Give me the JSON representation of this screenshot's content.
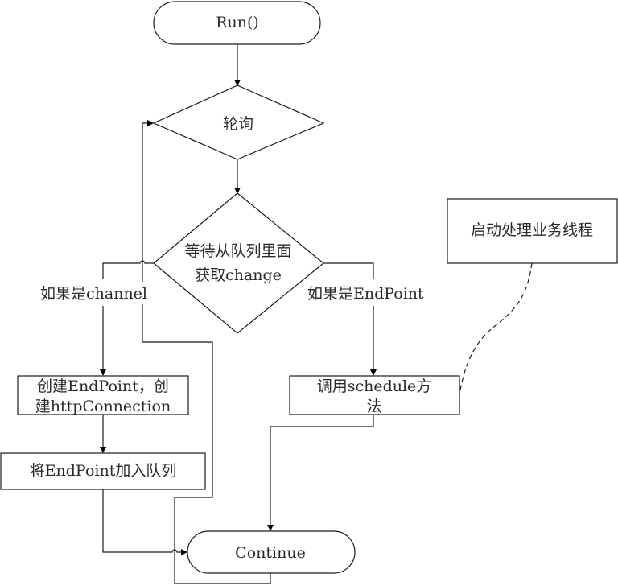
{
  "diagram": {
    "type": "flowchart",
    "nodes": {
      "start": {
        "shape": "terminator",
        "text": "Run()"
      },
      "poll": {
        "shape": "decision",
        "text": "轮询"
      },
      "wait": {
        "shape": "decision",
        "lines": [
          "等待从队列里面",
          "获取change"
        ]
      },
      "create": {
        "shape": "process",
        "lines": [
          "创建EndPoint，创",
          "建httpConnection"
        ]
      },
      "enqueue": {
        "shape": "process",
        "text": "将EndPoint加入队列"
      },
      "schedule": {
        "shape": "process",
        "lines": [
          "调用schedule方",
          "法"
        ]
      },
      "worker": {
        "shape": "process",
        "text": "启动处理业务线程"
      },
      "continue": {
        "shape": "terminator",
        "text": "Continue"
      }
    },
    "edge_labels": {
      "channel": "如果是channel",
      "endpoint": "如果是EndPoint"
    },
    "edges": [
      {
        "from": "start",
        "to": "poll"
      },
      {
        "from": "poll",
        "to": "wait"
      },
      {
        "from": "wait",
        "to": "create",
        "label": "如果是channel"
      },
      {
        "from": "wait",
        "to": "schedule",
        "label": "如果是EndPoint"
      },
      {
        "from": "create",
        "to": "enqueue"
      },
      {
        "from": "enqueue",
        "to": "continue"
      },
      {
        "from": "schedule",
        "to": "continue"
      },
      {
        "from": "continue",
        "to": "poll",
        "kind": "loop-back"
      },
      {
        "from": "worker",
        "to": "schedule",
        "kind": "dashed-association"
      }
    ]
  }
}
